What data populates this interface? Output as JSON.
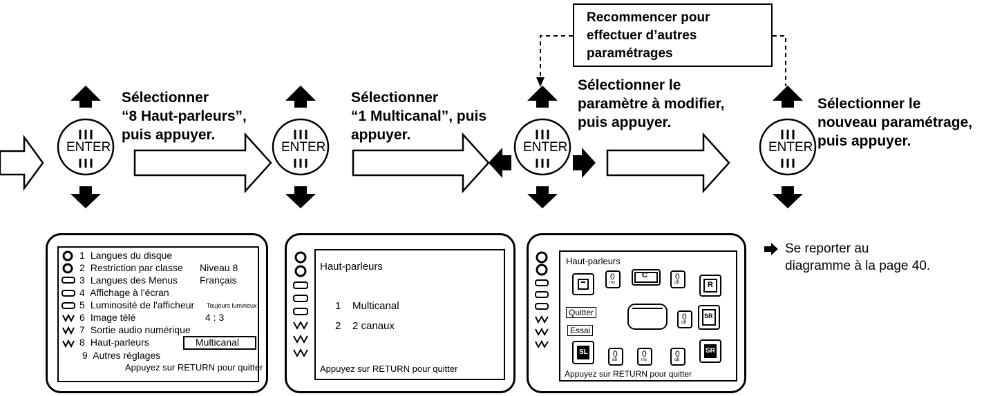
{
  "enter_label": "ENTER",
  "steps": [
    {
      "lines": [
        "Sélectionner",
        "“8 Haut-parleurs”,",
        "puis appuyer."
      ]
    },
    {
      "lines": [
        "Sélectionner",
        "“1 Multicanal”, puis",
        "appuyer."
      ]
    },
    {
      "lines": [
        "Sélectionner le",
        "paramètre à modifier,",
        "puis appuyer."
      ]
    },
    {
      "lines": [
        "Sélectionner le",
        "nouveau paramétrage,",
        "puis appuyer."
      ]
    }
  ],
  "repeat_note": [
    "Recommencer pour",
    "effectuer d’autres",
    "paramétrages"
  ],
  "screen1": {
    "items": [
      {
        "num": "1",
        "label": "Langues du disque",
        "value": ""
      },
      {
        "num": "2",
        "label": "Restriction par classe",
        "value": "Niveau  8"
      },
      {
        "num": "3",
        "label": "Langues des Menus",
        "value": "Français"
      },
      {
        "num": "4",
        "label": "Affichage à l'écran",
        "value": ""
      },
      {
        "num": "5",
        "label": "Luminosité de l'afficheur",
        "value": "Toujours lumineux"
      },
      {
        "num": "6",
        "label": "Image télé",
        "value": "4 : 3"
      },
      {
        "num": "7",
        "label": "Sortie audio numérique",
        "value": ""
      },
      {
        "num": "8",
        "label": "Haut-parleurs",
        "value": "Multicanal"
      },
      {
        "num": "9",
        "label": "Autres réglages",
        "value": ""
      }
    ],
    "footer": "Appuyez sur RETURN pour quitter"
  },
  "screen2": {
    "title": "Haut-parleurs",
    "options": [
      {
        "num": "1",
        "label": "Multicanal"
      },
      {
        "num": "2",
        "label": "2 canaux"
      }
    ],
    "footer": "Appuyez sur RETURN pour quitter"
  },
  "screen3": {
    "title": "Haut-parleurs",
    "quit_label": "Quitter",
    "test_label": "Essai",
    "zero": "0",
    "unit_ms": "ms",
    "unit_db": "dB",
    "speakers": {
      "center": "C",
      "right": "R",
      "sub_left": "SL",
      "sub_right": "SR",
      "side_right": "SR"
    },
    "footer": "Appuyez sur RETURN pour quitter"
  },
  "reference": [
    "Se reporter au",
    "diagramme à la page 40."
  ]
}
